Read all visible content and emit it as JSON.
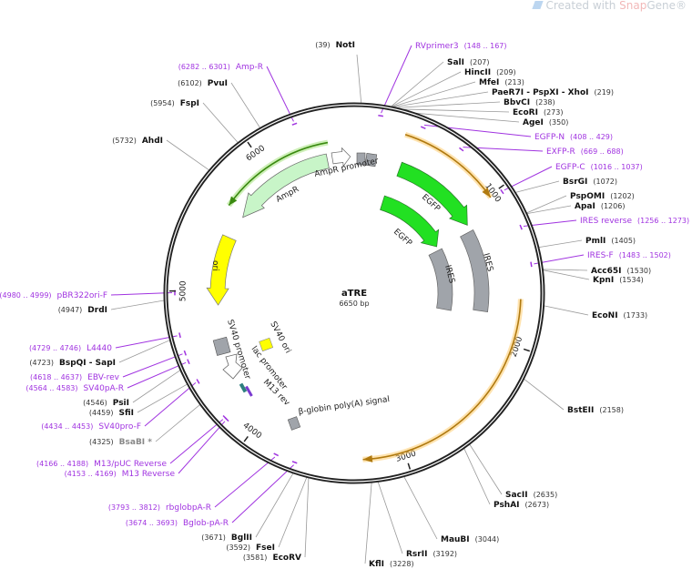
{
  "watermark": {
    "prefix": "Created with ",
    "brand_a": "Snap",
    "brand_b": "Gene",
    "reg": "®"
  },
  "plasmid": {
    "name": "aTRE",
    "length_label": "6650 bp",
    "length": 6650
  },
  "ticks": [
    "1000",
    "2000",
    "3000",
    "4000",
    "5000",
    "6000"
  ],
  "colors": {
    "primer": "#a033e0",
    "enzyme": "#111111",
    "backbone": "#222222",
    "ampr": "#c8f5c8",
    "ampr_line": "#3a8a10",
    "egfp": "#22e022",
    "ires": "#a0a4aa",
    "ori": "#ffff00",
    "orf": "#b07a10"
  },
  "sites": [
    {
      "name": "NotI",
      "pos": "(39)",
      "at": 39,
      "kind": "enzyme"
    },
    {
      "name": "RVprimer3",
      "pos": "(148 .. 167)",
      "at": 157,
      "kind": "primer"
    },
    {
      "name": "SalI",
      "pos": "(207)",
      "at": 207,
      "kind": "enzyme"
    },
    {
      "name": "HincII",
      "pos": "(209)",
      "at": 209,
      "kind": "enzyme"
    },
    {
      "name": "MfeI",
      "pos": "(213)",
      "at": 213,
      "kind": "enzyme"
    },
    {
      "name": "PaeR7I  - PspXI  - XhoI",
      "pos": "(219)",
      "at": 219,
      "kind": "enzyme"
    },
    {
      "name": "BbvCI",
      "pos": "(238)",
      "at": 238,
      "kind": "enzyme"
    },
    {
      "name": "EcoRI",
      "pos": "(273)",
      "at": 273,
      "kind": "enzyme"
    },
    {
      "name": "AgeI",
      "pos": "(350)",
      "at": 350,
      "kind": "enzyme"
    },
    {
      "name": "EGFP-N",
      "pos": "(408 .. 429)",
      "at": 418,
      "kind": "primer"
    },
    {
      "name": "EXFP-R",
      "pos": "(669 .. 688)",
      "at": 678,
      "kind": "primer"
    },
    {
      "name": "EGFP-C",
      "pos": "(1016 .. 1037)",
      "at": 1026,
      "kind": "primer"
    },
    {
      "name": "BsrGI",
      "pos": "(1072)",
      "at": 1072,
      "kind": "enzyme"
    },
    {
      "name": "PspOMI",
      "pos": "(1202)",
      "at": 1202,
      "kind": "enzyme"
    },
    {
      "name": "ApaI",
      "pos": "(1206)",
      "at": 1206,
      "kind": "enzyme"
    },
    {
      "name": "IRES reverse",
      "pos": "(1256 .. 1273)",
      "at": 1264,
      "kind": "primer"
    },
    {
      "name": "PmlI",
      "pos": "(1405)",
      "at": 1405,
      "kind": "enzyme"
    },
    {
      "name": "IRES-F",
      "pos": "(1483 .. 1502)",
      "at": 1492,
      "kind": "primer"
    },
    {
      "name": "Acc65I",
      "pos": "(1530)",
      "at": 1530,
      "kind": "enzyme"
    },
    {
      "name": "KpnI",
      "pos": "(1534)",
      "at": 1534,
      "kind": "enzyme"
    },
    {
      "name": "EcoNI",
      "pos": "(1733)",
      "at": 1733,
      "kind": "enzyme"
    },
    {
      "name": "BstEII",
      "pos": "(2158)",
      "at": 2158,
      "kind": "enzyme"
    },
    {
      "name": "SacII",
      "pos": "(2635)",
      "at": 2635,
      "kind": "enzyme"
    },
    {
      "name": "PshAI",
      "pos": "(2673)",
      "at": 2673,
      "kind": "enzyme"
    },
    {
      "name": "MauBI",
      "pos": "(3044)",
      "at": 3044,
      "kind": "enzyme"
    },
    {
      "name": "RsrII",
      "pos": "(3192)",
      "at": 3192,
      "kind": "enzyme"
    },
    {
      "name": "KflI",
      "pos": "(3228)",
      "at": 3228,
      "kind": "enzyme"
    },
    {
      "name": "Amp-R",
      "pos": "(6282 .. 6301)",
      "at": 6291,
      "kind": "primer"
    },
    {
      "name": "PvuI",
      "pos": "(6102)",
      "at": 6102,
      "kind": "enzyme"
    },
    {
      "name": "FspI",
      "pos": "(5954)",
      "at": 5954,
      "kind": "enzyme"
    },
    {
      "name": "AhdI",
      "pos": "(5732)",
      "at": 5732,
      "kind": "enzyme"
    },
    {
      "name": "pBR322ori-F",
      "pos": "(4980 .. 4999)",
      "at": 4990,
      "kind": "primer"
    },
    {
      "name": "DrdI",
      "pos": "(4947)",
      "at": 4947,
      "kind": "enzyme"
    },
    {
      "name": "L4440",
      "pos": "(4729 .. 4746)",
      "at": 4737,
      "kind": "primer"
    },
    {
      "name": "BspQI  - SapI",
      "pos": "(4723)",
      "at": 4723,
      "kind": "enzyme"
    },
    {
      "name": "EBV-rev",
      "pos": "(4618 .. 4637)",
      "at": 4627,
      "kind": "primer"
    },
    {
      "name": "SV40pA-R",
      "pos": "(4564 .. 4583)",
      "at": 4573,
      "kind": "primer"
    },
    {
      "name": "PsiI",
      "pos": "(4546)",
      "at": 4546,
      "kind": "enzyme"
    },
    {
      "name": "SfiI",
      "pos": "(4459)",
      "at": 4459,
      "kind": "enzyme"
    },
    {
      "name": "SV40pro-F",
      "pos": "(4434 .. 4453)",
      "at": 4443,
      "kind": "primer"
    },
    {
      "name": "BsaBI *",
      "pos": "(4325)",
      "at": 4325,
      "kind": "enzyme-gray"
    },
    {
      "name": "M13/pUC Reverse",
      "pos": "(4166 .. 4188)",
      "at": 4177,
      "kind": "primer"
    },
    {
      "name": "M13 Reverse",
      "pos": "(4153 .. 4169)",
      "at": 4161,
      "kind": "primer"
    },
    {
      "name": "rbglobpA-R",
      "pos": "(3793 .. 3812)",
      "at": 3802,
      "kind": "primer"
    },
    {
      "name": "Bglob-pA-R",
      "pos": "(3674 .. 3693)",
      "at": 3683,
      "kind": "primer"
    },
    {
      "name": "BglII",
      "pos": "(3671)",
      "at": 3671,
      "kind": "enzyme"
    },
    {
      "name": "FseI",
      "pos": "(3592)",
      "at": 3592,
      "kind": "enzyme"
    },
    {
      "name": "EcoRV",
      "pos": "(3581)",
      "at": 3581,
      "kind": "enzyme"
    }
  ],
  "features": {
    "ampr": {
      "label": "AmpR",
      "from": 6440,
      "to": 5620
    },
    "ampr_promoter": {
      "label": "AmpR promoter",
      "from": 6480,
      "to": 6620
    },
    "ampr_line": {
      "from": 6466,
      "to": 5634
    },
    "egfp_outer": {
      "label": "EGFP",
      "from": 370,
      "to": 1090
    },
    "ires_outer": {
      "label": "IRES",
      "from": 1145,
      "to": 1810
    },
    "egfp_inner": {
      "label": "EGFP",
      "from": 320,
      "to": 1120
    },
    "ires_inner": {
      "label": "IRES",
      "from": 1165,
      "to": 1850
    },
    "orf1": {
      "from": 330,
      "to": 1015
    },
    "orf2": {
      "from": 1700,
      "to": 3270
    },
    "ori": {
      "label": "ori",
      "from": 5430,
      "to": 4895
    },
    "sv40_promoter": {
      "label": "SV40 promoter"
    },
    "sv40_ori": {
      "label": "SV40 ori"
    },
    "lac_promoter": {
      "label": "lac promoter"
    },
    "m13_rev": {
      "label": "M13 rev"
    },
    "bglobin": {
      "label": "β-globin poly(A) signal"
    }
  }
}
